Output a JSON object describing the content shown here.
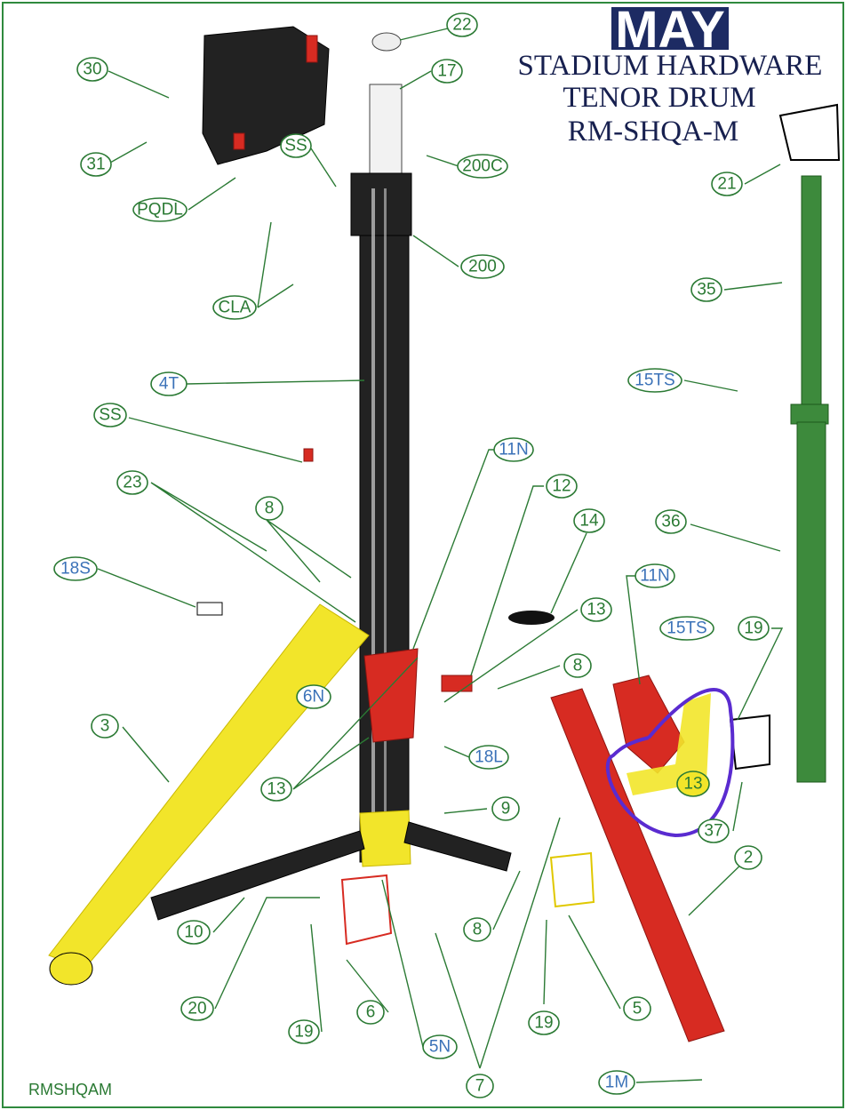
{
  "header": {
    "brand": "MAY",
    "line1": "STADIUM HARDWARE",
    "line2": "TENOR DRUM",
    "line3": "RM-SHQA-M"
  },
  "footer_code": "RMSHQAM",
  "colors": {
    "leader": "#2b7a34",
    "part_blue": "#3b72b8",
    "title": "#17204f",
    "highlight": "#f2e52a",
    "annotation": "#5a2bd0"
  },
  "callouts": [
    "30",
    "22",
    "17",
    "31",
    "SS",
    "200C",
    "PQDL",
    "CLA",
    "200",
    "21",
    "35",
    "4T",
    "15TS",
    "SS",
    "11N",
    "23",
    "12",
    "8",
    "14",
    "36",
    "11N",
    "18S",
    "13",
    "15TS",
    "19",
    "8",
    "6N",
    "3",
    "18L",
    "13",
    "13",
    "9",
    "37",
    "2",
    "10",
    "8",
    "20",
    "6",
    "5",
    "19",
    "19",
    "5N",
    "7",
    "1M"
  ]
}
